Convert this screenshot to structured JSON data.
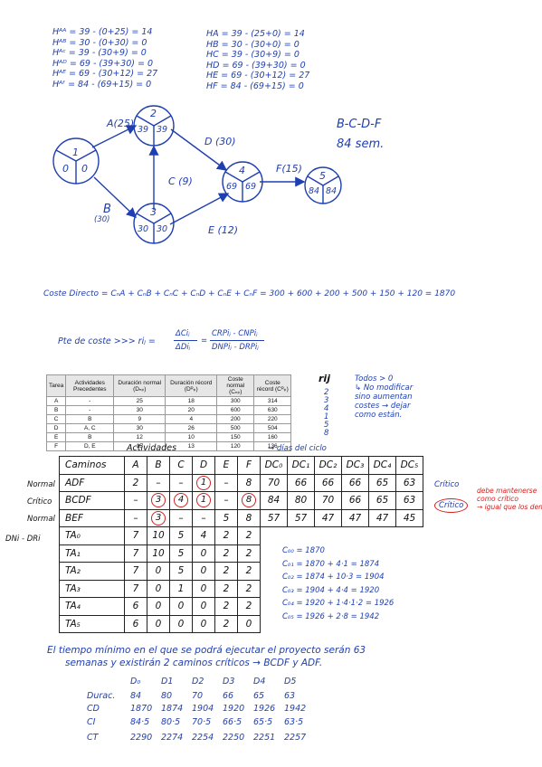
{
  "holgura_left": [
    "Hᴬᴬ = 39 - (0+25) = 14",
    "Hᴬᴮ = 30 - (0+30) = 0",
    "Hᴬᶜ = 39 - (30+9) = 0",
    "Hᴬᴰ = 69 - (39+30) = 0",
    "Hᴬᴱ = 69 - (30+12) = 27",
    "Hᴬᶠ = 84 - (69+15) = 0"
  ],
  "holgura_right": [
    "HA = 39 - (25+0) = 14",
    "HB = 30 - (30+0) = 0",
    "HC = 39 - (30+9) = 0",
    "HD = 69 - (39+30) = 0",
    "HE = 69 - (30+12) = 27",
    "HF = 84 - (69+15) = 0"
  ],
  "critical_path": "B-C-D-F",
  "duration": "84 sem.",
  "network": {
    "nodes": [
      {
        "n": "1",
        "early": "0",
        "late": "0"
      },
      {
        "n": "2",
        "early": "39",
        "late": "39"
      },
      {
        "n": "3",
        "early": "30",
        "late": "30"
      },
      {
        "n": "4",
        "early": "69",
        "late": "69"
      },
      {
        "n": "5",
        "early": "84",
        "late": "84"
      }
    ],
    "arrows": {
      "A": "A(25)",
      "B": "B",
      "B_dur": "(30)",
      "C": "C (9)",
      "D": "D (30)",
      "E": "E (12)",
      "F": "F(15)"
    }
  },
  "coste_directo": "Coste Directo = CₙA + CₙB + CₙC + CₙD + CₙE + CₙF = 300 + 600 + 200 + 500 + 150 + 120 = 1870",
  "pendiente": {
    "label": "Pte de coste >>> riⱼ =",
    "num1": "ΔCiⱼ",
    "den1": "ΔDiⱼ",
    "num2": "CRPiⱼ - CNPiⱼ",
    "den2": "DNPiⱼ - DRPiⱼ"
  },
  "printed_table": {
    "headers": [
      "Tarea",
      "Actividades Precedentes",
      "Duración normal (Dₙₚ)",
      "Duración récord (Dᴿₚ)",
      "Coste normal (Cₙₚ)",
      "Coste récord (Cᴿₚ)"
    ],
    "rows": [
      [
        "A",
        "-",
        "25",
        "18",
        "300",
        "314"
      ],
      [
        "B",
        "-",
        "30",
        "20",
        "600",
        "630"
      ],
      [
        "C",
        "B",
        "9",
        "4",
        "200",
        "220"
      ],
      [
        "D",
        "A, C",
        "30",
        "26",
        "500",
        "504"
      ],
      [
        "E",
        "B",
        "12",
        "10",
        "150",
        "160"
      ],
      [
        "F",
        "D, E",
        "15",
        "13",
        "120",
        "136"
      ]
    ],
    "rij_header": "rij",
    "rij_values": [
      "2",
      "3",
      "4",
      "1",
      "5",
      "8"
    ]
  },
  "note_right": [
    "Todos > 0",
    "↳ No modificar",
    "sino aumentan",
    "costes → dejar",
    "como están."
  ],
  "actividades_label": "Actividades",
  "dias_label": "→ días del ciclo",
  "htable": {
    "header": [
      "Caminos",
      "A",
      "B",
      "C",
      "D",
      "E",
      "F",
      "DC₀",
      "DC₁",
      "DC₂",
      "DC₃",
      "DC₄",
      "DC₅"
    ],
    "rows": [
      {
        "label": "Normal",
        "cells": [
          "ADF",
          "2",
          "–",
          "–",
          "1",
          "–",
          "8",
          "70",
          "66",
          "66",
          "66",
          "65",
          "63"
        ],
        "note": "Crítico"
      },
      {
        "label": "Crítico",
        "cells": [
          "BCDF",
          "–",
          "3",
          "4",
          "1",
          "–",
          "8",
          "84",
          "80",
          "70",
          "66",
          "65",
          "63"
        ],
        "note": "Crítico"
      },
      {
        "label": "Normal",
        "cells": [
          "BEF",
          "–",
          "3",
          "–",
          "–",
          "5",
          "8",
          "57",
          "57",
          "47",
          "47",
          "47",
          "45"
        ],
        "note": ""
      }
    ],
    "ta_label": "DNi - DRi",
    "ta_rows": [
      [
        "TA₀",
        "7",
        "10",
        "5",
        "4",
        "2",
        "2"
      ],
      [
        "TA₁",
        "7",
        "10",
        "5",
        "0",
        "2",
        "2"
      ],
      [
        "TA₂",
        "7",
        "0",
        "5",
        "0",
        "2",
        "2"
      ],
      [
        "TA₃",
        "7",
        "0",
        "1",
        "0",
        "2",
        "2"
      ],
      [
        "TA₄",
        "6",
        "0",
        "0",
        "0",
        "2",
        "2"
      ],
      [
        "TA₅",
        "6",
        "0",
        "0",
        "0",
        "2",
        "0"
      ]
    ]
  },
  "red_note": [
    "debe mantenerse",
    "como crítico",
    "→ igual que los demás"
  ],
  "costs": [
    "C₀₀ = 1870",
    "C₀₁ = 1870 + 4·1 = 1874",
    "C₀₂ = 1874 + 10·3 = 1904",
    "C₀₃ = 1904 + 4·4 = 1920",
    "C₀₄ = 1920 + 1·4·1·2 = 1926",
    "C₀₅ = 1926 + 2·8 = 1942"
  ],
  "conclusion": [
    "El tiempo mínimo en el que se podrá ejecutar el proyecto serán 63",
    "semanas y existirán 2 caminos críticos → BCDF y ADF."
  ],
  "summary": {
    "cols": [
      "D₀",
      "D1",
      "D2",
      "D3",
      "D4",
      "D5"
    ],
    "rows": [
      {
        "label": "Durac.",
        "values": [
          "84",
          "80",
          "70",
          "66",
          "65",
          "63"
        ]
      },
      {
        "label": "CD",
        "values": [
          "1870",
          "1874",
          "1904",
          "1920",
          "1926",
          "1942"
        ]
      },
      {
        "label": "CI",
        "values": [
          "84·5",
          "80·5",
          "70·5",
          "66·5",
          "65·5",
          "63·5"
        ]
      },
      {
        "label": "CT",
        "values": [
          "2290",
          "2274",
          "2254",
          "2250",
          "2251",
          "2257"
        ]
      }
    ]
  }
}
